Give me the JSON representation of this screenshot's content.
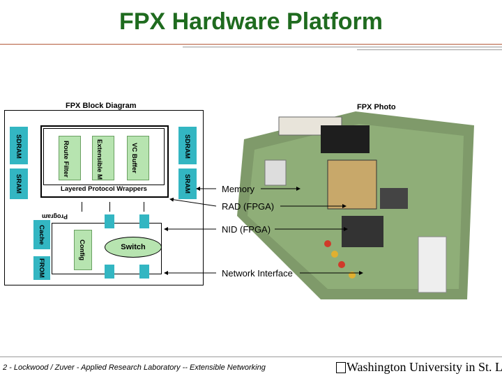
{
  "title": "FPX Hardware Platform",
  "block_diagram": {
    "heading": "FPX Block Diagram",
    "sdram_left": "SDRAM",
    "sdram_right": "SDRAM",
    "sram_left": "SRAM",
    "sram_right": "SRAM",
    "route_filter": "Route Filter",
    "extensible": "Extensible M",
    "buffer": "VC Buffer",
    "wrappers": "Layered Protocol Wrappers",
    "program": "Program",
    "cache": "Cache",
    "config": "Config",
    "switch": "Switch",
    "from": "FROM"
  },
  "photo": {
    "heading": "FPX Photo",
    "callouts": [
      "Memory",
      "RAD (FPGA)",
      "NID (FPGA)",
      "Network Interface"
    ]
  },
  "footer": {
    "text": "2 - Lockwood / Zuver - Applied Research Laboratory -- Extensible Networking",
    "logo": "Washington University in St. Louis"
  },
  "colors": {
    "title": "#1f6b1f",
    "module_green": "#b7e4b0",
    "connector_teal": "#33b6c2",
    "rule": "#b35a3a"
  }
}
